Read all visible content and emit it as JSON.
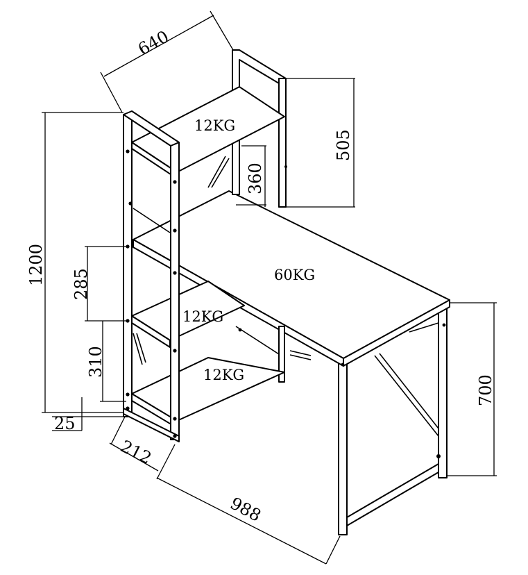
{
  "dimensions": {
    "width_top": "640",
    "shelf_height": "505",
    "shelf_gap": "360",
    "total_height": "1200",
    "mid_gap": "285",
    "low_gap": "310",
    "foot": "25",
    "depth": "212",
    "length": "988",
    "desk_height": "700"
  },
  "loads": {
    "top_shelf": "12KG",
    "desktop": "60KG",
    "middle_shelf": "12KG",
    "bottom_shelf": "12KG"
  }
}
